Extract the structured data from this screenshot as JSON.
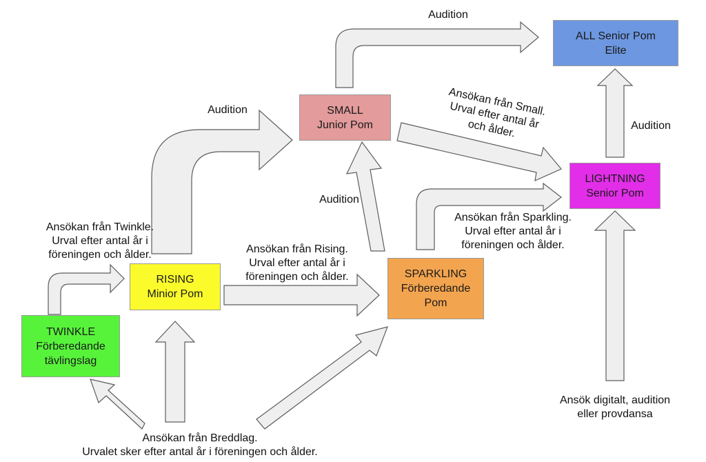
{
  "nodes": {
    "all_senior": {
      "lines": [
        "ALL Senior Pom",
        "Elite"
      ],
      "color": "#6d97e0"
    },
    "small": {
      "lines": [
        "SMALL",
        "Junior Pom"
      ],
      "color": "#e39b9b"
    },
    "lightning": {
      "lines": [
        "LIGHTNING",
        "Senior Pom"
      ],
      "color": "#e22ee8"
    },
    "rising": {
      "lines": [
        "RISING",
        "Minior Pom"
      ],
      "color": "#fbfb2c"
    },
    "sparkling": {
      "lines": [
        "SPARKLING",
        "Förberedande",
        "Pom"
      ],
      "color": "#f3a44f"
    },
    "twinkle": {
      "lines": [
        "TWINKLE",
        "Förberedande",
        "tävlingslag"
      ],
      "color": "#57f33b"
    }
  },
  "labels": {
    "audition_top": [
      "Audition"
    ],
    "audition_rising_small": [
      "Audition"
    ],
    "audition_lightning": [
      "Audition"
    ],
    "audition_sparkling_small": [
      "Audition"
    ],
    "from_small": [
      "Ansökan från Small.",
      "Urval efter antal år",
      "och ålder."
    ],
    "from_twinkle": [
      "Ansökan från Twinkle.",
      "Urval efter antal år i",
      "föreningen och ålder."
    ],
    "from_rising": [
      "Ansökan från Rising.",
      "Urval efter antal år i",
      "föreningen och ålder."
    ],
    "from_sparkling": [
      "Ansökan från Sparkling.",
      "Urval efter antal år i",
      "föreningen och ålder."
    ],
    "apply_digital": [
      "Ansök digitalt, audition",
      "eller provdansa"
    ],
    "from_breddlag": [
      "Ansökan från Breddlag.",
      "Urvalet sker efter antal år i föreningen och ålder."
    ]
  },
  "colors": {
    "arrow_fill": "#efefef",
    "arrow_stroke": "#5c5c5c"
  }
}
